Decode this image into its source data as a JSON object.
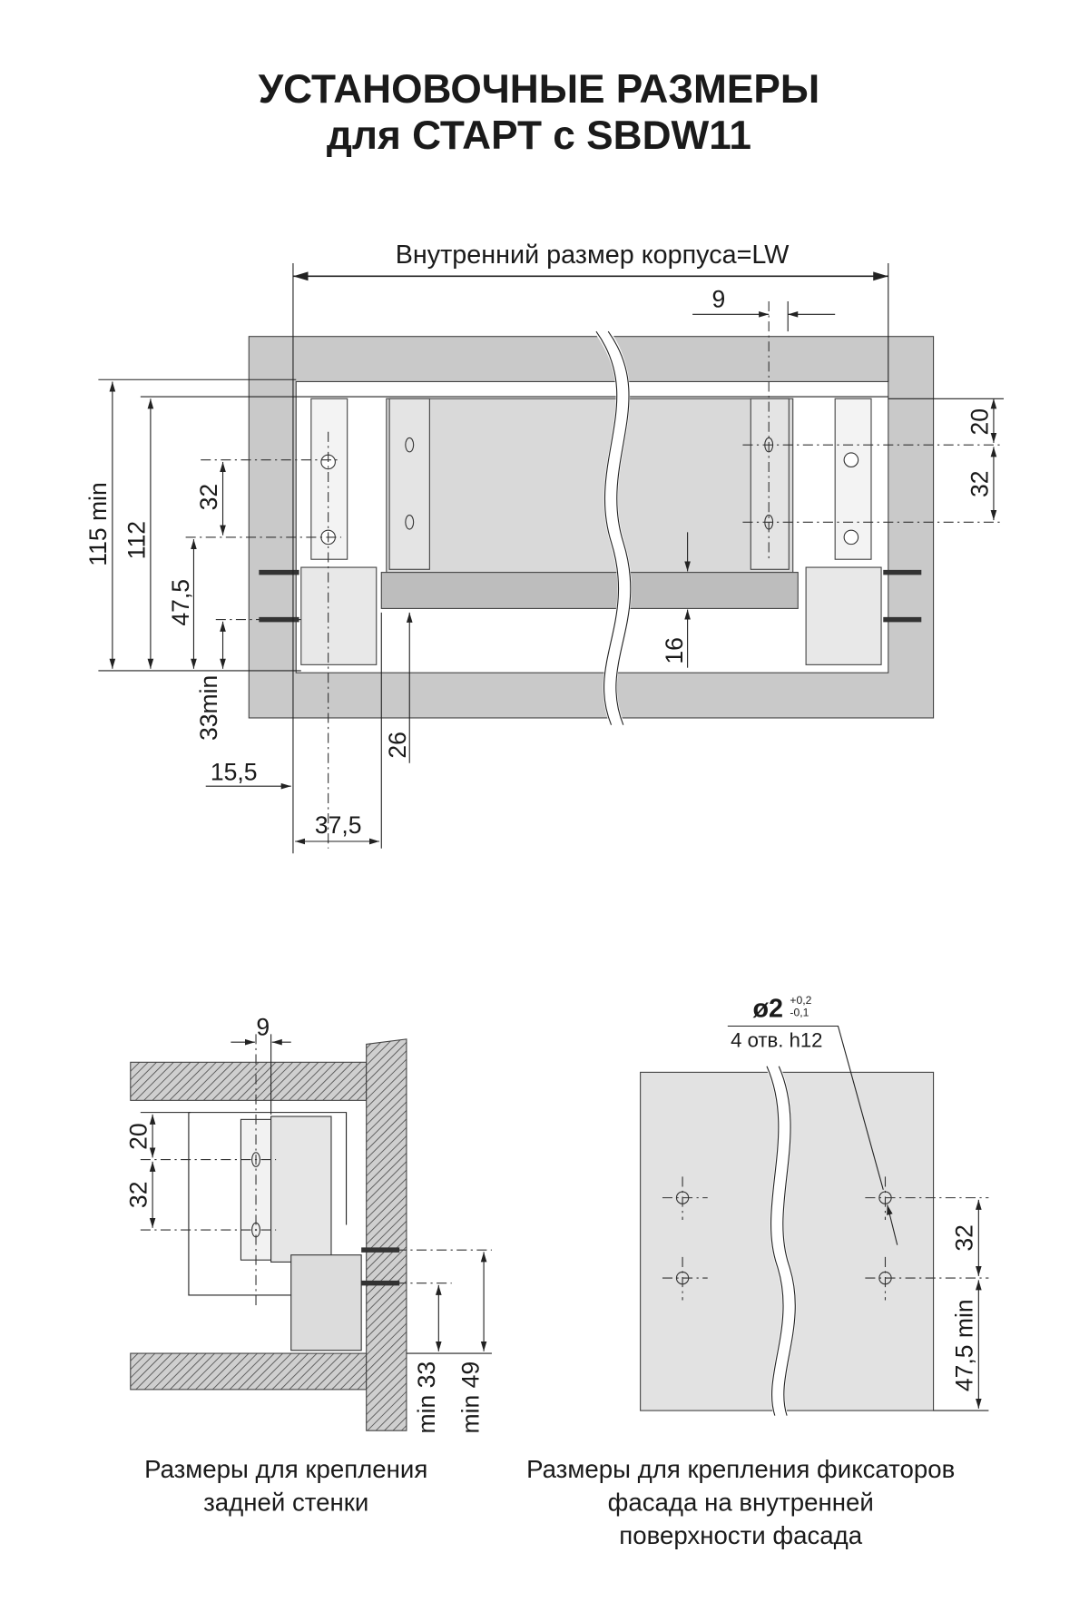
{
  "title": {
    "line1": "УСТАНОВОЧНЫЕ РАЗМЕРЫ",
    "line2": "для СТАРТ с SBDW11"
  },
  "main_view": {
    "width_label": "Внутренний размер корпуса=LW",
    "dims": {
      "d9": "9",
      "d115": "115 min",
      "d112": "112",
      "d32": "32",
      "d47_5": "47,5",
      "d33min": "33min",
      "d15_5": "15,5",
      "d37_5": "37,5",
      "d26": "26",
      "d16": "16",
      "d20_right": "20",
      "d32_right": "32"
    }
  },
  "rear_view": {
    "dims": {
      "d9": "9",
      "d20": "20",
      "d32": "32",
      "min33": "min 33",
      "min49": "min 49"
    },
    "caption": [
      "Размеры для крепления",
      "задней стенки"
    ]
  },
  "front_view": {
    "hole_spec": {
      "diameter": "ø2",
      "tol_plus": "+0,2",
      "tol_minus": "-0,1",
      "note": "4 отв. h12"
    },
    "dims": {
      "d32": "32",
      "d47_5": "47,5 min"
    },
    "caption": [
      "Размеры для крепления фиксаторов",
      "фасада на внутренней",
      "поверхности фасада"
    ]
  },
  "colors": {
    "cabinet": "#c9c9c9",
    "drawer": "#d9d9d9",
    "facade": "#e2e2e2",
    "line": "#222222"
  }
}
